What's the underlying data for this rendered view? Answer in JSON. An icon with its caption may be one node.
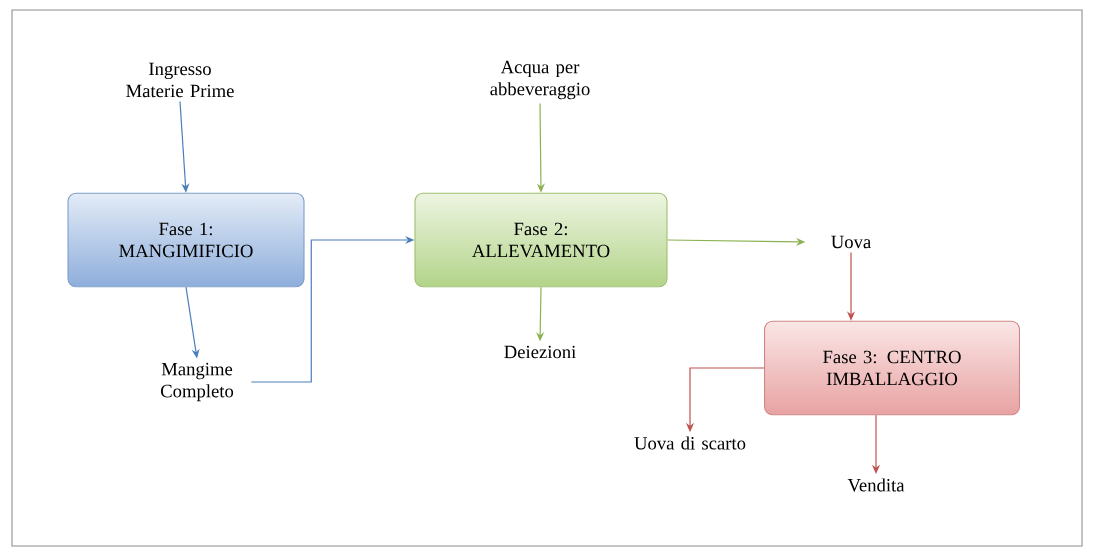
{
  "diagram": {
    "nodes": [
      {
        "text": [
          "Ingresso Materie Prime"
        ]
      },
      {
        "text": [
          "Fase 1: MANGIMIFICIO"
        ]
      },
      {
        "text": [
          "Mangime Completo"
        ]
      },
      {
        "text": [
          "Acqua per abbeveraggio"
        ]
      },
      {
        "text": [
          "Fase 2: ALLEVAMENTO"
        ]
      },
      {
        "text": [
          "Deiezioni"
        ]
      },
      {
        "text": [
          "Uova"
        ]
      },
      {
        "text": [
          "Fase 3: CENTRO IMBALLAGGIO"
        ]
      },
      {
        "text": [
          "Uova di scarto"
        ]
      },
      {
        "text": [
          "Vendita"
        ]
      }
    ],
    "edges": [
      {
        "from": 0,
        "to": 1,
        "arrow": "to",
        "color": "#4a7ebb"
      },
      {
        "from": 1,
        "to": 2,
        "arrow": "to",
        "color": "#4a7ebb"
      },
      {
        "from": 2,
        "to": 4,
        "arrow": "to",
        "color": "#4a7ebb"
      },
      {
        "from": 3,
        "to": 4,
        "arrow": "to",
        "color": "#8db255"
      },
      {
        "from": 4,
        "to": 5,
        "arrow": "to",
        "color": "#8db255"
      },
      {
        "from": 4,
        "to": 6,
        "arrow": "to",
        "color": "#8db255"
      },
      {
        "from": 6,
        "to": 7,
        "arrow": "to",
        "color": "#c0504d"
      },
      {
        "from": 7,
        "to": 8,
        "arrow": "to",
        "color": "#c0504d"
      },
      {
        "from": 7,
        "to": 9,
        "arrow": "to",
        "color": "#c0504d"
      }
    ]
  }
}
